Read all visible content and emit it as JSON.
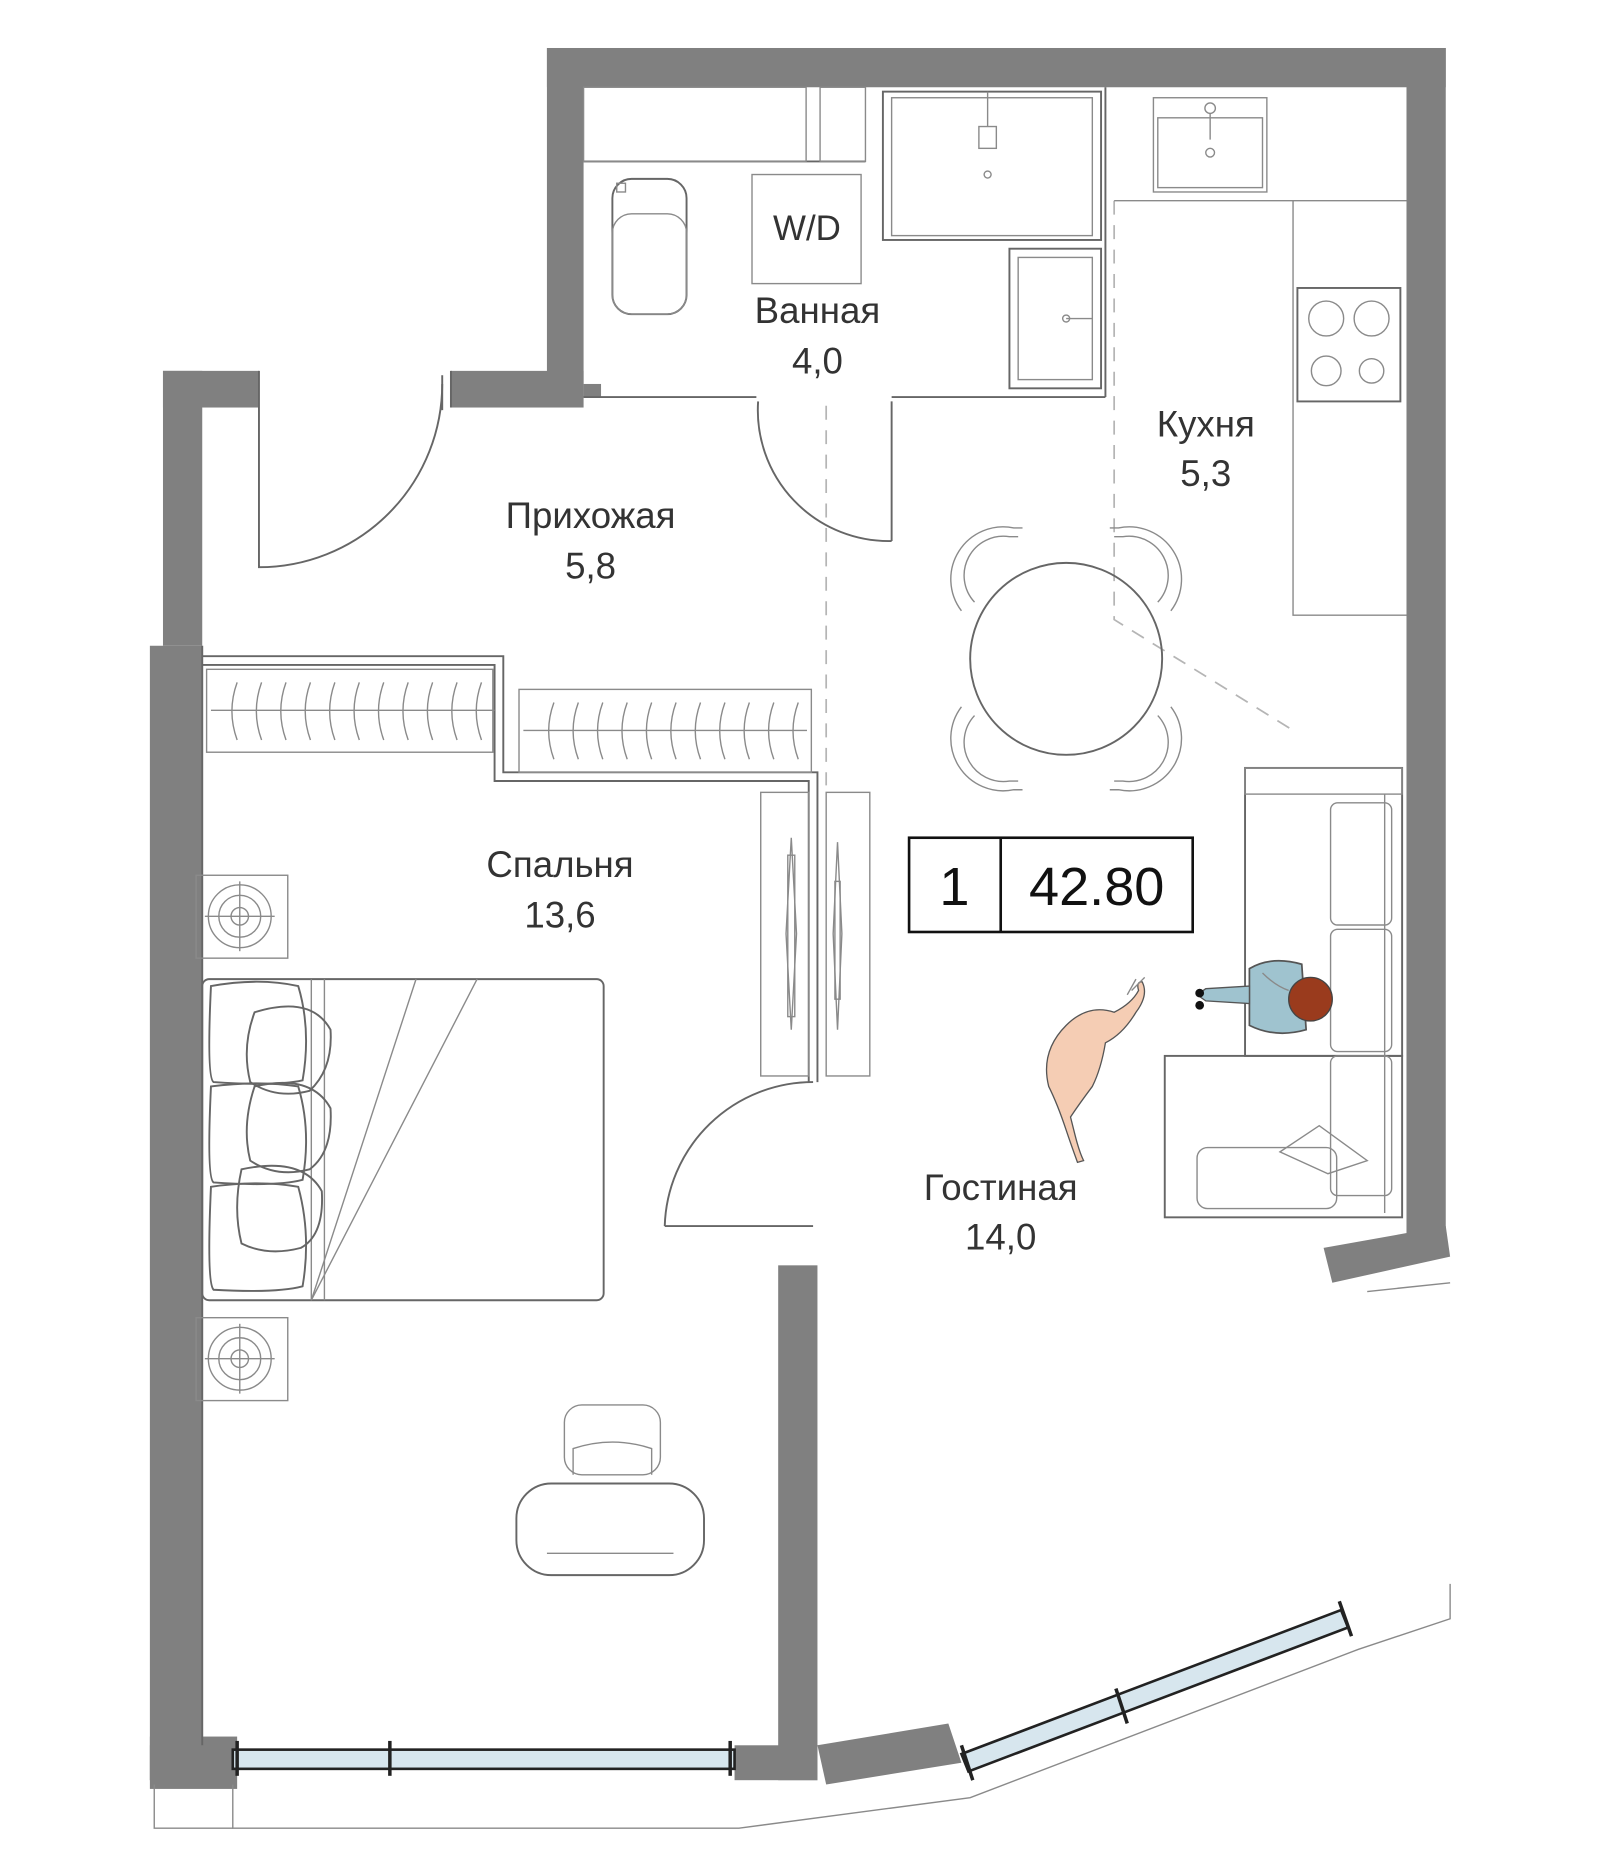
{
  "rooms": {
    "bathroom": {
      "name": "Ванная",
      "area": "4,0"
    },
    "kitchen": {
      "name": "Кухня",
      "area": "5,3"
    },
    "hallway": {
      "name": "Прихожая",
      "area": "5,8"
    },
    "bedroom": {
      "name": "Спальня",
      "area": "13,6"
    },
    "living": {
      "name": "Гостиная",
      "area": "14,0"
    }
  },
  "fixtures": {
    "washer_dryer": "W/D"
  },
  "summary": {
    "rooms_count": "1",
    "total_area": "42.80"
  },
  "colors": {
    "wall": "#808080",
    "line": "#666666",
    "glass": "#d7e6ee",
    "skin": "#f5cdb4",
    "shirt": "#9fc3cf",
    "hair": "#9a3b1d"
  }
}
